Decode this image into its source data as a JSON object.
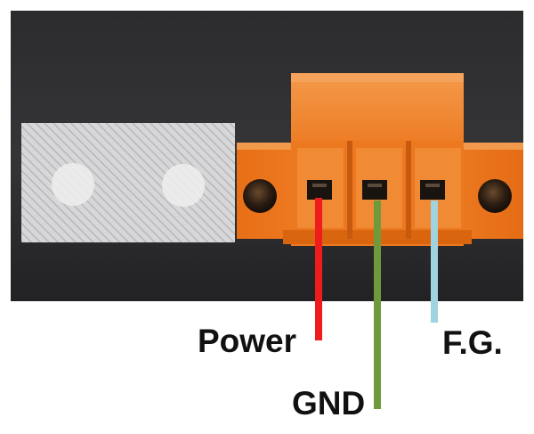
{
  "labels": {
    "power": "Power",
    "gnd": "GND",
    "fg": "F.G."
  },
  "colors": {
    "power_wire": "#ee1c1c",
    "gnd_wire": "#6f9a3c",
    "fg_wire": "#9fd3e0",
    "connector": "#f07f2a",
    "housing": "#2a2a2c"
  }
}
